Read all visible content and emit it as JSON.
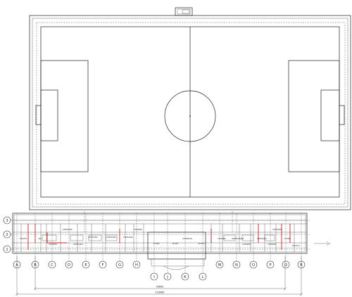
{
  "grid_columns": [
    "A",
    "B",
    "C",
    "D",
    "E",
    "F",
    "G",
    "H",
    "I",
    "J",
    "K",
    "L",
    "M",
    "N",
    "O",
    "P",
    "Q",
    "R"
  ],
  "grid_rows": [
    "1",
    "2",
    "3"
  ],
  "room_labels": [
    "TOILETS",
    "WC",
    "DRESSING",
    "DRESSING",
    "DRESSING",
    "DRESSING",
    "DRESSING",
    "SHOWER",
    "SHOWER",
    "SHOWER",
    "STORE",
    "PLANT",
    "CORRIDOR",
    "STAIRS",
    "VIEWING",
    "RESTAURANT",
    "DRESSING",
    "DRESSING",
    "SHOWER",
    "STORE",
    "TOILETS"
  ],
  "dimensions": {
    "inner": "95605",
    "overall": "103985"
  }
}
